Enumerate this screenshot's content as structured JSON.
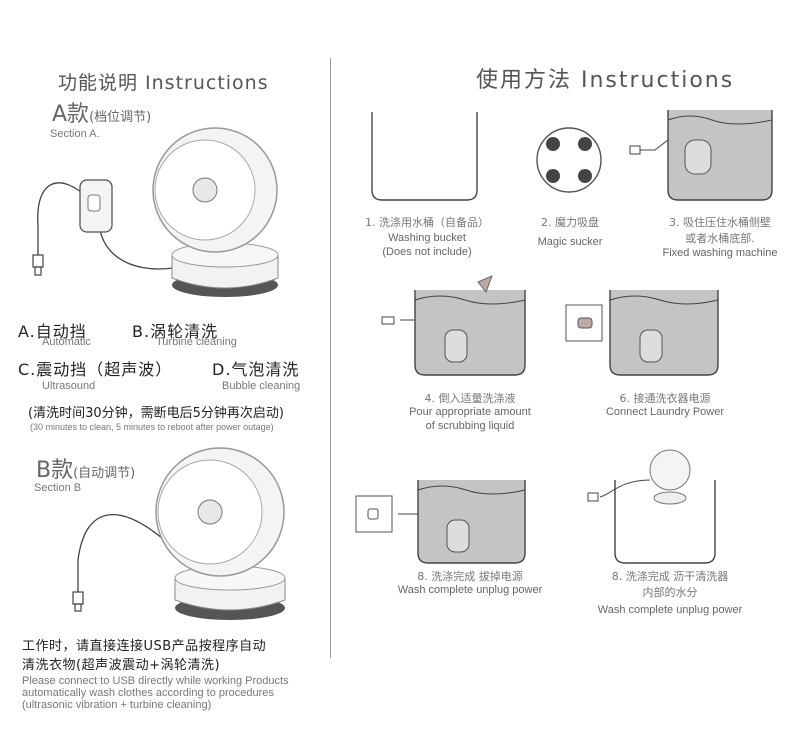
{
  "left": {
    "title": "功能说明 Instructions",
    "section_a": {
      "model": "A款",
      "sub": "(档位调节)",
      "en": "Section A."
    },
    "modes": [
      {
        "zh": "A.自动挡",
        "en": "Automatic"
      },
      {
        "zh": "B.涡轮清洗",
        "en": "Turbine cleaning"
      },
      {
        "zh": "C.震动挡（超声波）",
        "en": "Ultrasound"
      },
      {
        "zh": "D.气泡清洗",
        "en": "Bubble cleaning"
      }
    ],
    "note_zh": "(清洗时间30分钟，需断电后5分钟再次启动)",
    "note_en": "(30 minutes to clean, 5 minutes to reboot after power outage)",
    "section_b": {
      "model": "B款",
      "sub": "(自动调节)",
      "en": "Section B"
    },
    "footer_zh_1": "工作时，请直接连接USB产品按程序自动",
    "footer_zh_2": "清洗衣物(超声波震动+涡轮清洗)",
    "footer_en_1": "Please connect to USB directly while working Products",
    "footer_en_2": "automatically wash clothes according to procedures",
    "footer_en_3": "(ultrasonic vibration + turbine cleaning)"
  },
  "right": {
    "title": "使用方法 Instructions",
    "steps": [
      {
        "zh": "1. 洗涤用水桶（自备品）",
        "en1": "Washing bucket",
        "en2": "(Does not include)"
      },
      {
        "zh": "2. 魔力吸盘",
        "en1": "Magic sucker",
        "en2": ""
      },
      {
        "zh1": "3. 吸住压住水桶侧壁",
        "zh2": "或者水桶底部.",
        "en1": "Fixed washing machine"
      },
      {
        "zh": "4. 倒入适量洗涤液",
        "en1": "Pour appropriate amount",
        "en2": "of scrubbing liquid"
      },
      {
        "zh": "6. 接通洗衣器电源",
        "en1": "Connect Laundry Power"
      },
      {
        "zh": "8. 洗涤完成 拔掉电源",
        "en1": "Wash complete unplug power"
      },
      {
        "zh1": "8. 洗涤完成 沥干清洗器",
        "zh2": "内部的水分",
        "en1": "Wash complete unplug power"
      }
    ]
  },
  "colors": {
    "line": "#444444",
    "water": "#c4c4c4",
    "device": "#9a9a9a",
    "accent": "#bfa8a8"
  }
}
